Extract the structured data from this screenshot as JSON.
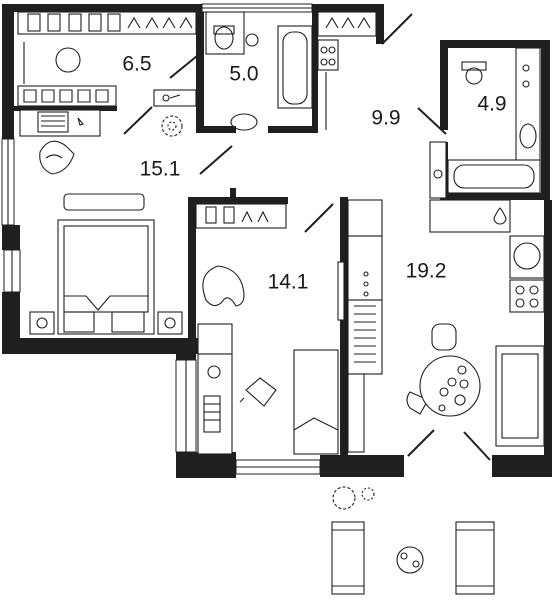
{
  "rooms": [
    {
      "id": "wardrobe",
      "area": "6.5"
    },
    {
      "id": "bathroom-1",
      "area": "5.0"
    },
    {
      "id": "hallway",
      "area": "9.9"
    },
    {
      "id": "bathroom-2",
      "area": "4.9"
    },
    {
      "id": "bedroom",
      "area": "15.1"
    },
    {
      "id": "room",
      "area": "14.1"
    },
    {
      "id": "kitchen-living",
      "area": "19.2"
    }
  ],
  "colors": {
    "wall": "#1f1f1f",
    "background": "#ffffff"
  },
  "icons": [
    "toilet-icon",
    "bathtub-icon",
    "sink-icon",
    "washing-machine-icon",
    "wardrobe-hanger-icon",
    "bed-icon",
    "desk-icon",
    "chair-icon",
    "armchair-icon",
    "stove-icon",
    "kitchen-sink-icon",
    "dining-table-icon",
    "sofa-icon",
    "plant-icon",
    "terrace-furniture-icon"
  ]
}
